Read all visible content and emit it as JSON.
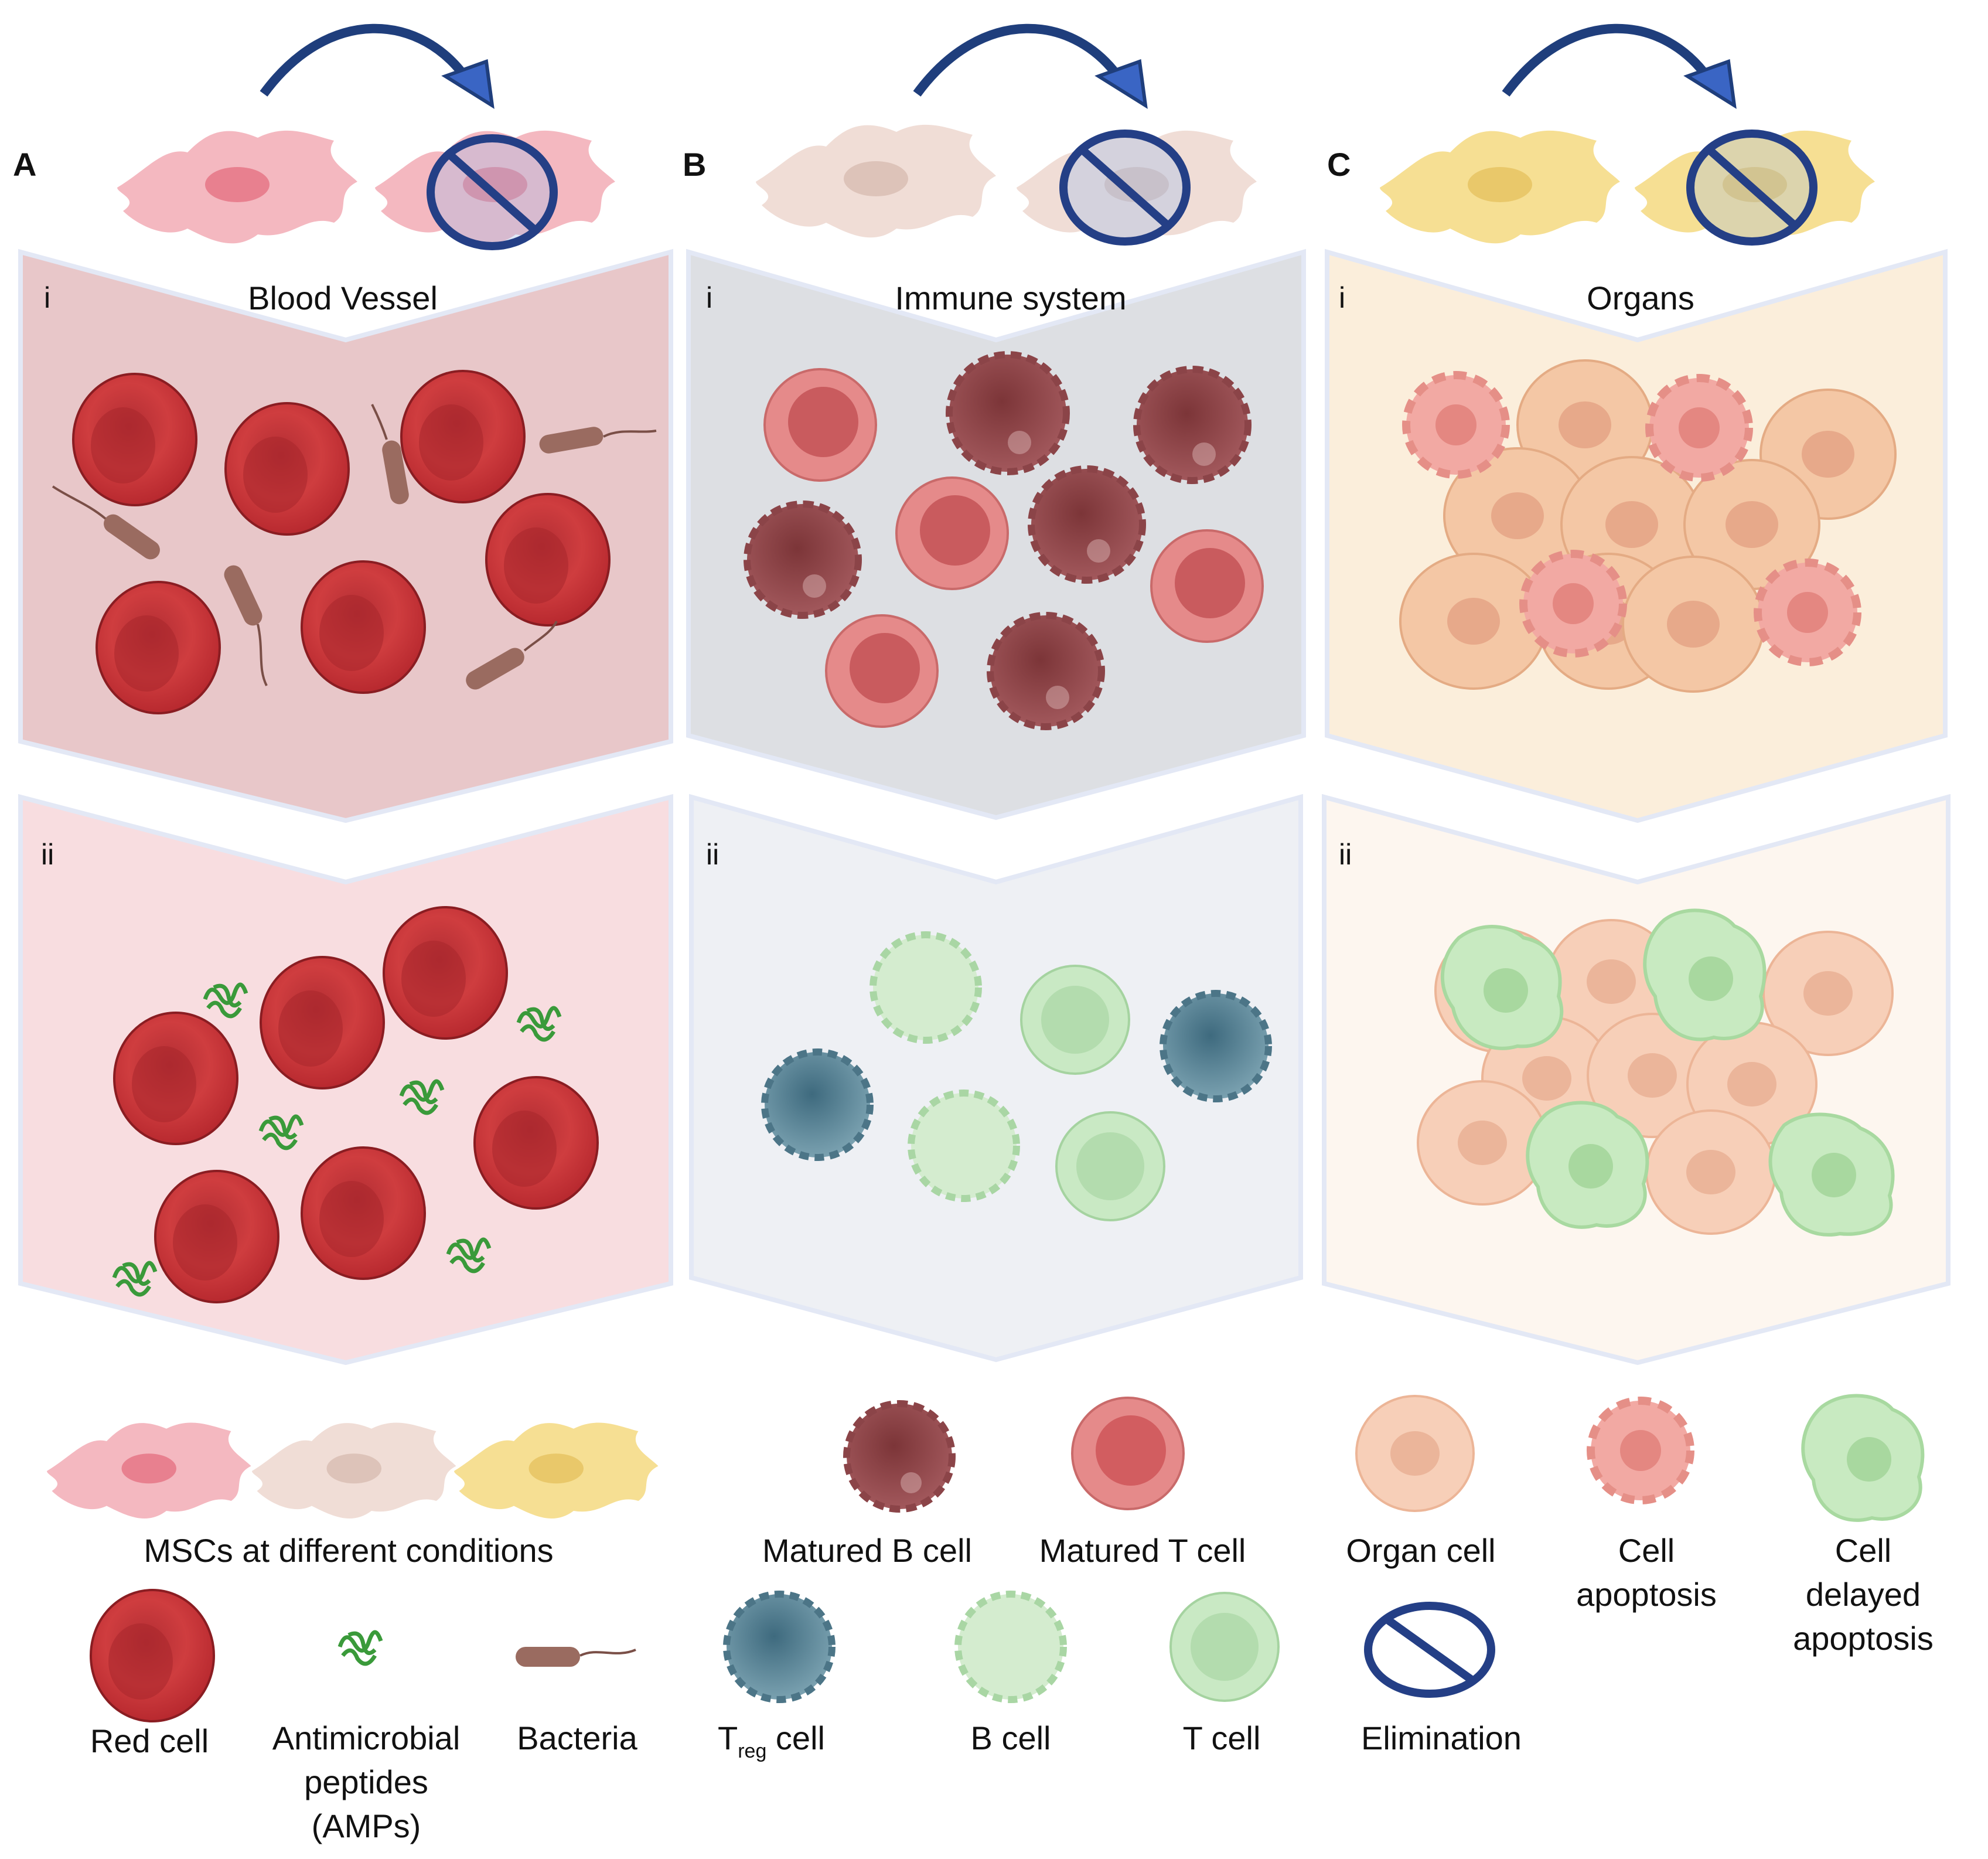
{
  "panels": [
    {
      "letter": "A",
      "title": "Blood Vessel",
      "upper_label": "i",
      "lower_label": "ii"
    },
    {
      "letter": "B",
      "title": "Immune system",
      "upper_label": "i",
      "lower_label": "ii"
    },
    {
      "letter": "C",
      "title": "Organs",
      "upper_label": "i",
      "lower_label": "ii"
    }
  ],
  "legend": {
    "mscs": "MSCs at different conditions",
    "matured_b": "Matured B cell",
    "matured_t": "Matured T cell",
    "organ_cell": "Organ cell",
    "apoptosis_1": "Cell",
    "apoptosis_2": "apoptosis",
    "delayed_1": "Cell",
    "delayed_2": "delayed",
    "delayed_3": "apoptosis",
    "red_cell": "Red cell",
    "amp_1": "Antimicrobial",
    "amp_2": "peptides",
    "amp_3": "(AMPs)",
    "bacteria": "Bacteria",
    "treg_t": "T",
    "treg_sub": "reg",
    "treg_rest": " cell",
    "b_cell": "B cell",
    "t_cell": "T cell",
    "elimination": "Elimination"
  },
  "colors": {
    "panel_a_upper": "#e8c7c9",
    "panel_a_lower": "#f8dde0",
    "panel_b_upper": "#dddfe3",
    "panel_b_lower": "#eef0f4",
    "panel_c_upper": "#fbeedb",
    "panel_c_lower": "#fdf6ef",
    "red_cell": "#c63b3b",
    "matured_b": "#9c5558",
    "matured_t": "#e58a8a",
    "treg": "#5e8799",
    "b_cell": "#bfe3bd",
    "t_cell": "#c9e9c4",
    "organ": "#f4c7a5",
    "apoptosis": "#f2a9a3",
    "delayed": "#bfe8b8",
    "amp": "#3a9a3a",
    "bacteria": "#9a6b60",
    "elimination": "#243f86",
    "arrow": "#1f3e7c",
    "msc_pink": "#f4b8c0",
    "msc_beige": "#f0ddd6",
    "msc_yellow": "#f6df93"
  },
  "icons": [
    "curved-arrow-icon",
    "elimination-icon",
    "msc-cell-icon",
    "red-blood-cell-icon",
    "bacteria-icon",
    "amp-icon",
    "lymphocyte-icon",
    "organ-cell-icon"
  ]
}
